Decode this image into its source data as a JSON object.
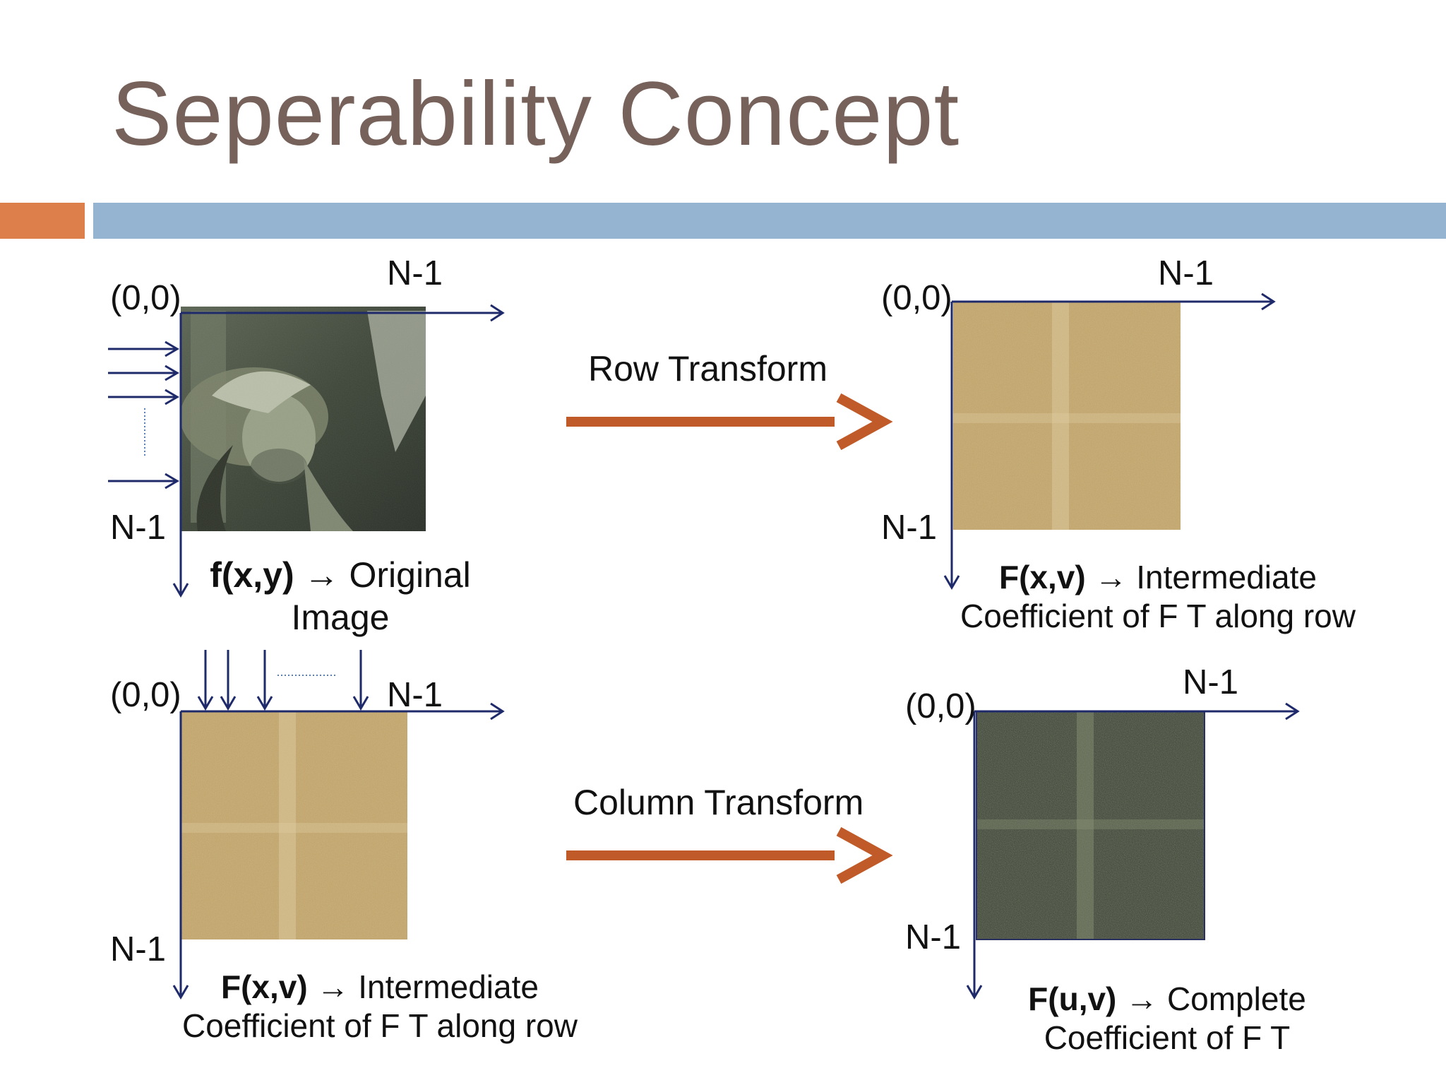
{
  "slide": {
    "title": "Seperability Concept"
  },
  "panels": {
    "top_left": {
      "origin": "(0,0)",
      "x_end": "N-1",
      "y_end": "N-1",
      "caption_bold": "f(x,y)",
      "caption_arrow": "→",
      "caption_rest": "Original",
      "caption_line2": "Image"
    },
    "top_right": {
      "origin": "(0,0)",
      "x_end": "N-1",
      "y_end": "N-1",
      "caption_bold": "F(x,v)",
      "caption_arrow": "→",
      "caption_rest": "Intermediate",
      "caption_line2": "Coefficient of F T along row"
    },
    "bottom_left": {
      "origin": "(0,0)",
      "x_end": "N-1",
      "y_end": "N-1",
      "caption_bold": "F(x,v)",
      "caption_arrow": "→",
      "caption_rest": "Intermediate",
      "caption_line2": "Coefficient of F T along row"
    },
    "bottom_right": {
      "origin": "(0,0)",
      "x_end": "N-1",
      "y_end": "N-1",
      "caption_bold": "F(u,v)",
      "caption_arrow": "→",
      "caption_rest": "Complete",
      "caption_line2": "Coefficient of F T"
    }
  },
  "transforms": {
    "row": "Row Transform",
    "column": "Column Transform"
  },
  "colors": {
    "title": "#76625a",
    "accent_orange": "#dd7f4a",
    "accent_blue": "#94b4d1",
    "arrow_orange": "#c05a28",
    "axis_navy": "#1f2a6b"
  }
}
